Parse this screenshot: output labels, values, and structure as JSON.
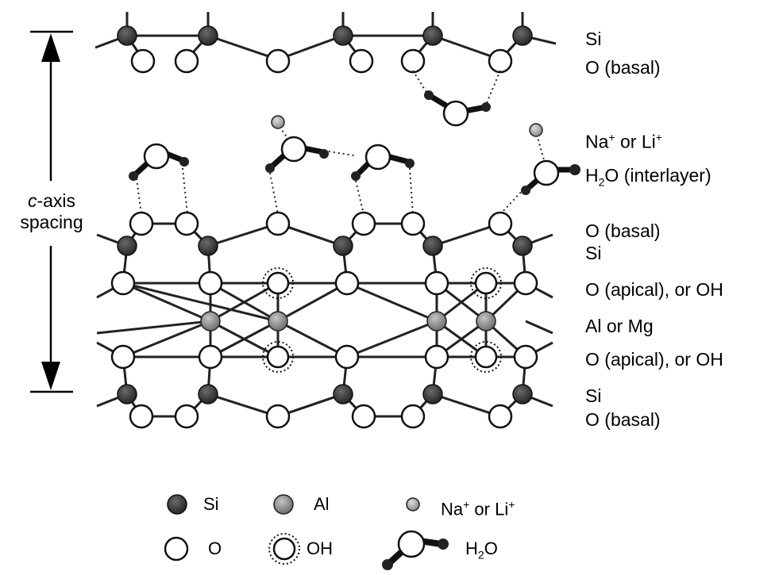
{
  "labels": {
    "top_si": "Si",
    "top_o_basal": "O (basal)",
    "cation": {
      "base": "Na",
      "sup1": "+",
      "mid": " or Li",
      "sup2": "+"
    },
    "water": {
      "pre": "H",
      "sub": "2",
      "post": "O (interlayer)"
    },
    "mid_o_basal": "O (basal)",
    "mid_si": "Si",
    "o_apical_upper": "O (apical), or OH",
    "al_mg": "Al or Mg",
    "o_apical_lower": "O (apical), or OH",
    "bottom_si": "Si",
    "bottom_o_basal": "O (basal)"
  },
  "axis": {
    "italic": "c",
    "rest": "-axis",
    "line2": "spacing"
  },
  "legend": {
    "si": "Si",
    "al": "Al",
    "cation": {
      "base": "Na",
      "sup1": "+",
      "mid": " or Li",
      "sup2": "+"
    },
    "o": "O",
    "oh": "OH",
    "h2o": {
      "pre": "H",
      "sub": "2",
      "post": "O"
    }
  },
  "colors": {
    "si": "#333333",
    "al": "#999999",
    "cation": "#bbbbbb",
    "oxygen": "#ffffff",
    "line": "#222222"
  }
}
